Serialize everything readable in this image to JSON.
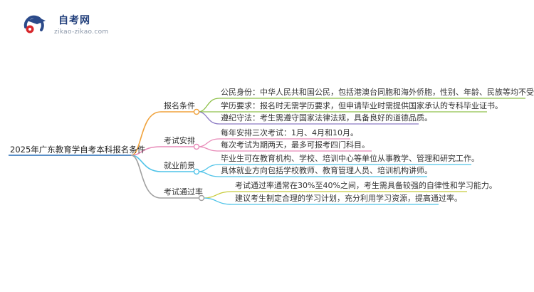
{
  "logo": {
    "title": "自考网",
    "url": "zikao-zikao.com",
    "icon": "graduation-cap-logo",
    "colors": {
      "primary": "#2b4a8a",
      "accent": "#d7262b"
    }
  },
  "mindmap": {
    "root": "2025年广东教育学自考本科报名条件",
    "root_color": "#5a8fc7",
    "branches": [
      {
        "label": "报名条件",
        "color": "#f0a23c",
        "leaves": [
          "公民身份：中华人民共和国公民，包括港澳台同胞和海外侨胞，性别、年龄、民族等均不受限制。",
          "学历要求：报名时无需学历要求，但申请毕业时需提供国家承认的专科毕业证书。",
          "遵纪守法：考生需遵守国家法律法规，具备良好的道德品质。"
        ],
        "leaf_colors": [
          "#8fc14a",
          "#8fc14a",
          "#8c7bc4"
        ]
      },
      {
        "label": "考试安排",
        "color": "#e88ab8",
        "leaves": [
          "每年安排三次考试：1月、4月和10月。",
          "每次考试为期两天，最多可报考四门科目。"
        ],
        "leaf_colors": [
          "#e88ab8",
          "#e88ab8"
        ]
      },
      {
        "label": "就业前景",
        "color": "#4fc3e8",
        "leaves": [
          "毕业生可在教育机构、学校、培训中心等单位从事教学、管理和研究工作。",
          "具体就业方向包括学校教师、教育管理人员、培训机构讲师。"
        ],
        "leaf_colors": [
          "#4fc3e8",
          "#4fc3e8"
        ]
      },
      {
        "label": "考试通过率",
        "color": "#a0a0a0",
        "leaves": [
          "考试通过率通常在30%至40%之间，考生需具备较强的自律性和学习能力。",
          "建议考生制定合理的学习计划，充分利用学习资源，提高通过率。"
        ],
        "leaf_colors": [
          "#c8cc3c",
          "#4fc3e8"
        ]
      }
    ]
  }
}
